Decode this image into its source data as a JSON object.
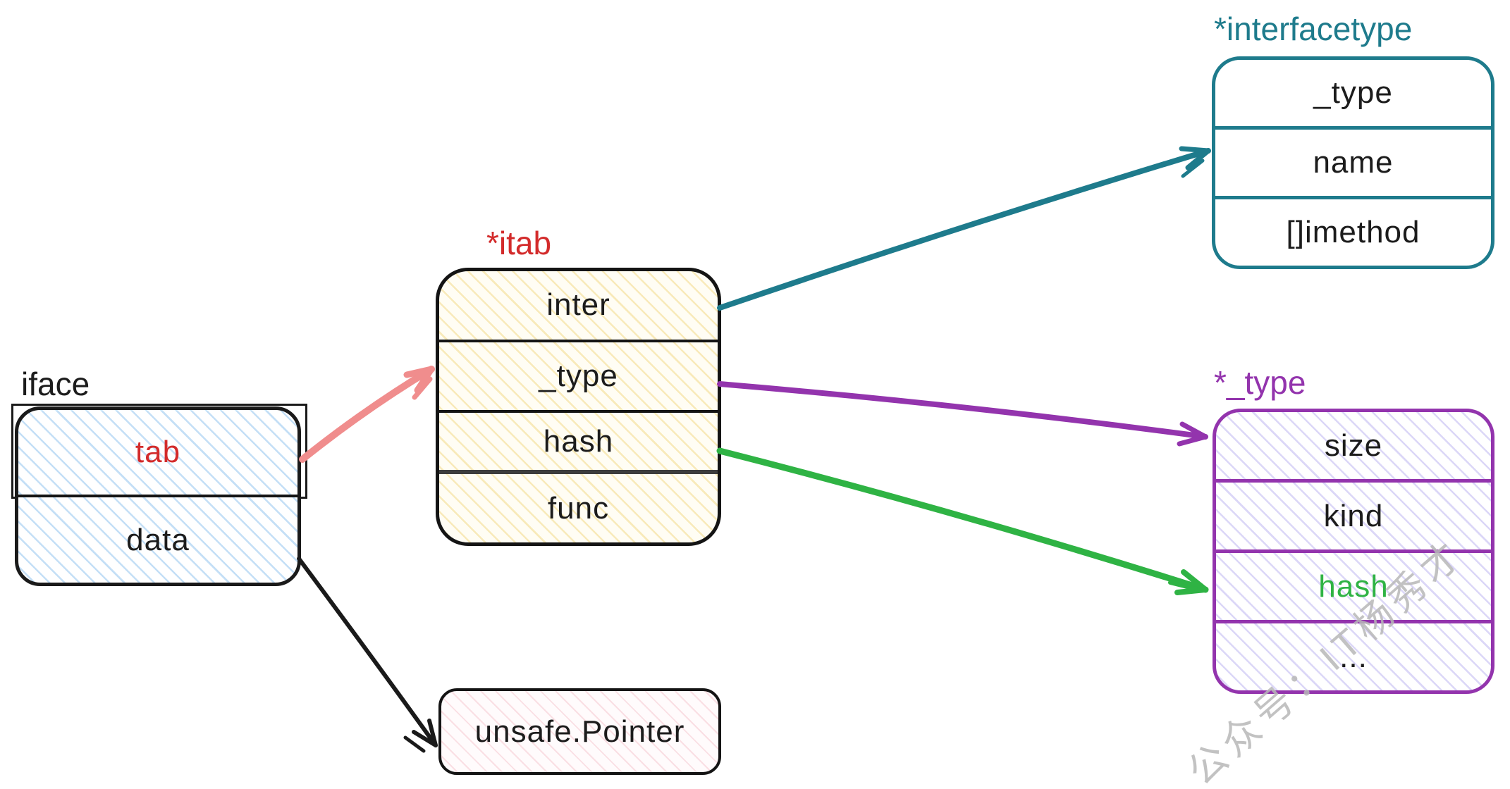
{
  "watermark": {
    "text": "公众号：IT杨秀才",
    "color": "#b8b8b8"
  },
  "colors": {
    "black": "#1a1a1a",
    "red": "#d32b2b",
    "teal": "#1e7b8c",
    "purple": "#9334ad",
    "green": "#2fb344",
    "pink_arrow": "#f08d8d",
    "iface_hatch": "#94c5ee",
    "itab_hatch": "#f2d880",
    "type_hatch": "#b0a6ee",
    "unsafe_hatch": "#f2b2bc"
  },
  "nodes": {
    "iface": {
      "label": "iface",
      "fields": [
        {
          "text": "tab",
          "color": "#d32b2b"
        },
        {
          "text": "data",
          "color": "#1c1c1c"
        }
      ]
    },
    "itab": {
      "label": "*itab",
      "label_color": "#d32b2b",
      "fields": [
        {
          "text": "inter"
        },
        {
          "text": "_type"
        },
        {
          "text": "hash"
        },
        {
          "text": "func"
        }
      ]
    },
    "interfacetype": {
      "label": "*interfacetype",
      "label_color": "#1e7b8c",
      "fields": [
        {
          "text": "_type"
        },
        {
          "text": "name"
        },
        {
          "text": "[]imethod"
        }
      ]
    },
    "type": {
      "label": "*_type",
      "label_color": "#9334ad",
      "fields": [
        {
          "text": "size"
        },
        {
          "text": "kind"
        },
        {
          "text": "hash",
          "color": "#2fb344"
        },
        {
          "text": "..."
        }
      ]
    },
    "unsafe": {
      "label": "unsafe.Pointer"
    }
  },
  "edges": [
    {
      "from": "iface.tab",
      "to": "itab",
      "color": "#f08d8d"
    },
    {
      "from": "iface.data",
      "to": "unsafe.Pointer",
      "color": "#1a1a1a"
    },
    {
      "from": "itab.inter",
      "to": "interfacetype",
      "color": "#1e7b8c"
    },
    {
      "from": "itab._type",
      "to": "*_type",
      "color": "#9334ad"
    },
    {
      "from": "itab.hash",
      "to": "*_type.hash",
      "color": "#2fb344"
    }
  ]
}
